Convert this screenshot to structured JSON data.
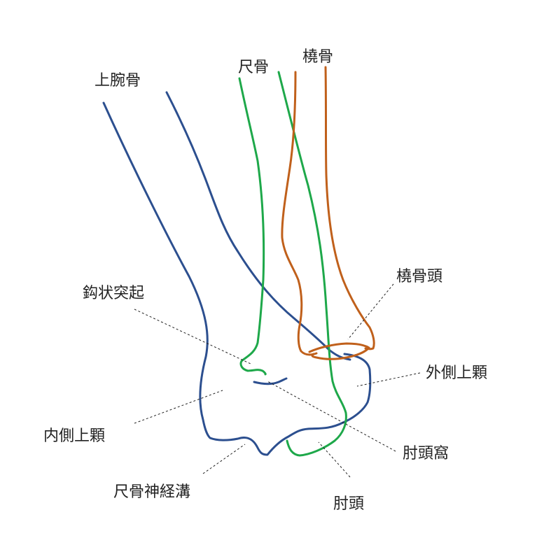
{
  "colors": {
    "humerus": "#2c4f8f",
    "ulna": "#1ea84a",
    "radius": "#c0601b",
    "leader": "#222222",
    "text": "#222222"
  },
  "labels": {
    "humerus": "上腕骨",
    "ulna": "尺骨",
    "radius": "橈骨",
    "radial_head": "橈骨頭",
    "coronoid_process": "鈎状突起",
    "lateral_epicondyle": "外側上顆",
    "medial_epicondyle": "内側上顆",
    "olecranon_fossa": "肘頭窩",
    "ulnar_nerve_groove": "尺骨神経溝",
    "olecranon": "肘頭"
  }
}
